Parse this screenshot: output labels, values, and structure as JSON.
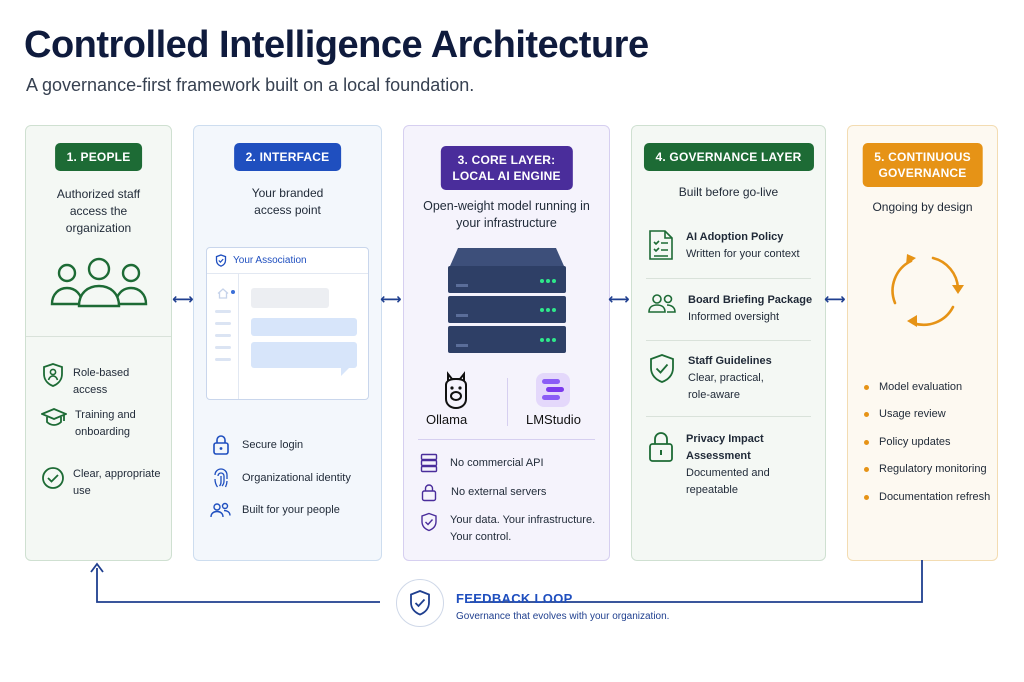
{
  "header": {
    "title": "Controlled Intelligence Architecture",
    "subtitle": "A governance-first framework built on a local foundation."
  },
  "people": {
    "badge": "1. PEOPLE",
    "desc": "Authorized staff access the organization",
    "items": [
      "Role-based access",
      "Training and onboarding",
      "Clear, appropriate use"
    ]
  },
  "interface": {
    "badge": "2. INTERFACE",
    "desc": "Your branded access point",
    "window_title": "Your Association",
    "items": [
      "Secure login",
      "Organizational identity",
      "Built for your people"
    ]
  },
  "core": {
    "badge_line1": "3. CORE LAYER:",
    "badge_line2": "LOCAL AI ENGINE",
    "desc": "Open-weight model running in your infrastructure",
    "engines": [
      "Ollama",
      "LMStudio"
    ],
    "items": [
      "No commercial API",
      "No external servers",
      "Your data. Your infrastructure. Your control."
    ]
  },
  "governance": {
    "badge": "4. GOVERNANCE LAYER",
    "desc": "Built before go-live",
    "items": [
      {
        "title": "AI Adoption Policy",
        "sub": "Written for your context"
      },
      {
        "title": "Board Briefing Package",
        "sub": "Informed oversight"
      },
      {
        "title": "Staff Guidelines",
        "sub": "Clear, practical, role-aware"
      },
      {
        "title": "Privacy Impact Assessment",
        "sub": "Documented and repeatable"
      }
    ]
  },
  "continuous": {
    "badge_line1": "5. CONTINUOUS",
    "badge_line2": "GOVERNANCE",
    "desc": "Ongoing by design",
    "items": [
      "Model evaluation",
      "Usage review",
      "Policy updates",
      "Regulatory monitoring",
      "Documentation refresh"
    ]
  },
  "feedback": {
    "title": "FEEDBACK LOOP",
    "sub": "Governance that evolves with your organization."
  },
  "colors": {
    "green": "#1d6b35",
    "blue": "#1f4fbf",
    "purple": "#4a2d9b",
    "orange": "#e69316",
    "navy": "#0f1b3d"
  }
}
